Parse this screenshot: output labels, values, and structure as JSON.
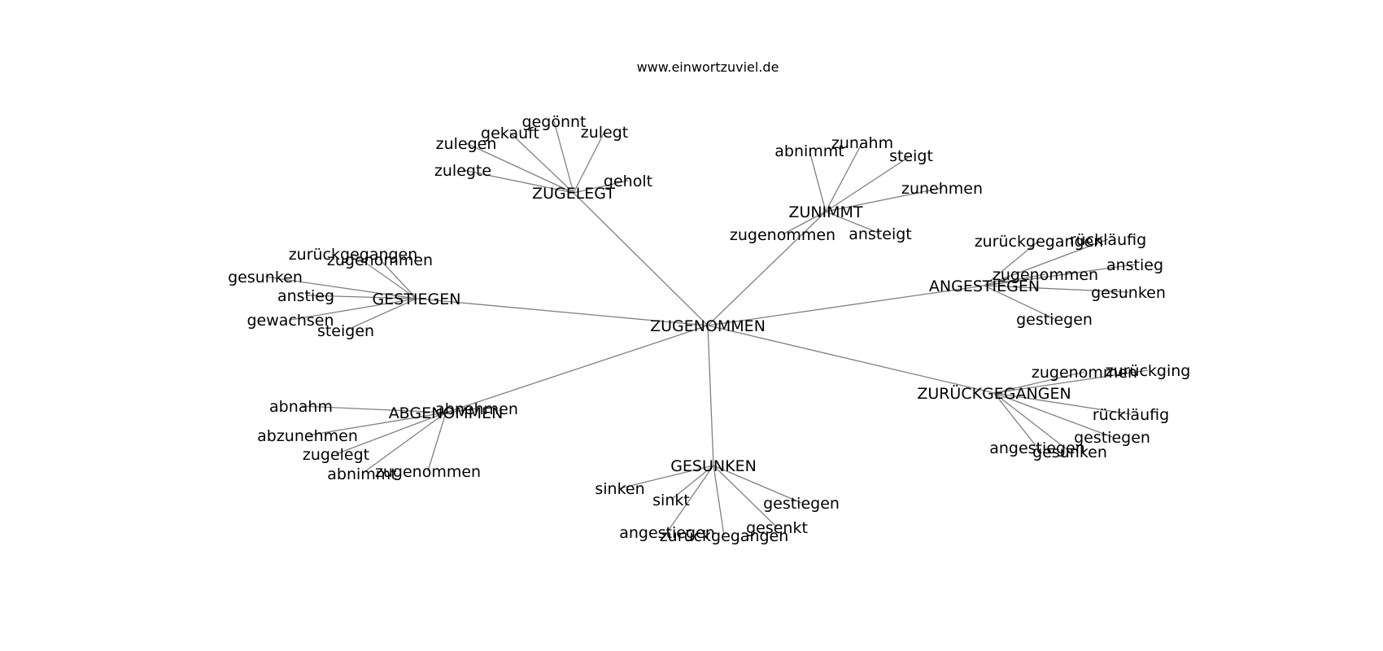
{
  "site": "www.einwortzuviel.de",
  "edge_color": "#808080",
  "text_color": "#000000",
  "nodes": [
    {
      "id": "n0",
      "label": "ZUGENOMMEN",
      "kind": "center"
    },
    {
      "id": "n1",
      "label": "ZUGELEGT",
      "kind": "hub"
    },
    {
      "id": "n2",
      "label": "ZUNIMMT",
      "kind": "hub"
    },
    {
      "id": "n3",
      "label": "GESTIEGEN",
      "kind": "hub"
    },
    {
      "id": "n4",
      "label": "ANGESTIEGEN",
      "kind": "hub"
    },
    {
      "id": "n5",
      "label": "ABGENOMMEN",
      "kind": "hub"
    },
    {
      "id": "n6",
      "label": "GESUNKEN",
      "kind": "hub"
    },
    {
      "id": "n7",
      "label": "ZURÜCKGEGANGEN",
      "kind": "hub"
    },
    {
      "id": "a1",
      "label": "gegönnt",
      "kind": "leaf"
    },
    {
      "id": "a2",
      "label": "gekauft",
      "kind": "leaf"
    },
    {
      "id": "a3",
      "label": "zulegt",
      "kind": "leaf"
    },
    {
      "id": "a4",
      "label": "zulegen",
      "kind": "leaf"
    },
    {
      "id": "a5",
      "label": "zulegte",
      "kind": "leaf"
    },
    {
      "id": "a6",
      "label": "geholt",
      "kind": "leaf"
    },
    {
      "id": "b1",
      "label": "abnimmt",
      "kind": "leaf"
    },
    {
      "id": "b2",
      "label": "zunahm",
      "kind": "leaf"
    },
    {
      "id": "b3",
      "label": "steigt",
      "kind": "leaf"
    },
    {
      "id": "b4",
      "label": "zunehmen",
      "kind": "leaf"
    },
    {
      "id": "b5",
      "label": "zugenommen",
      "kind": "leaf"
    },
    {
      "id": "b6",
      "label": "ansteigt",
      "kind": "leaf"
    },
    {
      "id": "c1",
      "label": "zurückgegangen",
      "kind": "leaf"
    },
    {
      "id": "c2",
      "label": "zugenommen",
      "kind": "leaf"
    },
    {
      "id": "c3",
      "label": "gesunken",
      "kind": "leaf"
    },
    {
      "id": "c4",
      "label": "anstieg",
      "kind": "leaf"
    },
    {
      "id": "c5",
      "label": "gewachsen",
      "kind": "leaf"
    },
    {
      "id": "c6",
      "label": "steigen",
      "kind": "leaf"
    },
    {
      "id": "d1",
      "label": "zurückgegangen",
      "kind": "leaf"
    },
    {
      "id": "d2",
      "label": "rückläufig",
      "kind": "leaf"
    },
    {
      "id": "d3",
      "label": "zugenommen",
      "kind": "leaf"
    },
    {
      "id": "d4",
      "label": "anstieg",
      "kind": "leaf"
    },
    {
      "id": "d5",
      "label": "gesunken",
      "kind": "leaf"
    },
    {
      "id": "d6",
      "label": "gestiegen",
      "kind": "leaf"
    },
    {
      "id": "e1",
      "label": "abnahm",
      "kind": "leaf"
    },
    {
      "id": "e2",
      "label": "abnehmen",
      "kind": "leaf"
    },
    {
      "id": "e3",
      "label": "abzunehmen",
      "kind": "leaf"
    },
    {
      "id": "e4",
      "label": "zugelegt",
      "kind": "leaf"
    },
    {
      "id": "e5",
      "label": "abnimmt",
      "kind": "leaf"
    },
    {
      "id": "e6",
      "label": "zugenommen",
      "kind": "leaf"
    },
    {
      "id": "f1",
      "label": "sinken",
      "kind": "leaf"
    },
    {
      "id": "f2",
      "label": "sinkt",
      "kind": "leaf"
    },
    {
      "id": "f3",
      "label": "gestiegen",
      "kind": "leaf"
    },
    {
      "id": "f4",
      "label": "angestiegen",
      "kind": "leaf"
    },
    {
      "id": "f5",
      "label": "zurückgegangen",
      "kind": "leaf"
    },
    {
      "id": "f6",
      "label": "gesenkt",
      "kind": "leaf"
    },
    {
      "id": "g1",
      "label": "zugenommen",
      "kind": "leaf"
    },
    {
      "id": "g2",
      "label": "zurückging",
      "kind": "leaf"
    },
    {
      "id": "g3",
      "label": "rückläufig",
      "kind": "leaf"
    },
    {
      "id": "g4",
      "label": "gestiegen",
      "kind": "leaf"
    },
    {
      "id": "g5",
      "label": "angestiegen",
      "kind": "leaf"
    },
    {
      "id": "g6",
      "label": "gesunken",
      "kind": "leaf"
    }
  ],
  "edges": [
    [
      "n0",
      "n1"
    ],
    [
      "n0",
      "n2"
    ],
    [
      "n0",
      "n3"
    ],
    [
      "n0",
      "n4"
    ],
    [
      "n0",
      "n5"
    ],
    [
      "n0",
      "n6"
    ],
    [
      "n0",
      "n7"
    ],
    [
      "n1",
      "a1"
    ],
    [
      "n1",
      "a2"
    ],
    [
      "n1",
      "a3"
    ],
    [
      "n1",
      "a4"
    ],
    [
      "n1",
      "a5"
    ],
    [
      "n1",
      "a6"
    ],
    [
      "n2",
      "b1"
    ],
    [
      "n2",
      "b2"
    ],
    [
      "n2",
      "b3"
    ],
    [
      "n2",
      "b4"
    ],
    [
      "n2",
      "b5"
    ],
    [
      "n2",
      "b6"
    ],
    [
      "n3",
      "c1"
    ],
    [
      "n3",
      "c2"
    ],
    [
      "n3",
      "c3"
    ],
    [
      "n3",
      "c4"
    ],
    [
      "n3",
      "c5"
    ],
    [
      "n3",
      "c6"
    ],
    [
      "n4",
      "d1"
    ],
    [
      "n4",
      "d2"
    ],
    [
      "n4",
      "d3"
    ],
    [
      "n4",
      "d4"
    ],
    [
      "n4",
      "d5"
    ],
    [
      "n4",
      "d6"
    ],
    [
      "n5",
      "e1"
    ],
    [
      "n5",
      "e2"
    ],
    [
      "n5",
      "e3"
    ],
    [
      "n5",
      "e4"
    ],
    [
      "n5",
      "e5"
    ],
    [
      "n5",
      "e6"
    ],
    [
      "n6",
      "f1"
    ],
    [
      "n6",
      "f2"
    ],
    [
      "n6",
      "f3"
    ],
    [
      "n6",
      "f4"
    ],
    [
      "n6",
      "f5"
    ],
    [
      "n6",
      "f6"
    ],
    [
      "n7",
      "g1"
    ],
    [
      "n7",
      "g2"
    ],
    [
      "n7",
      "g3"
    ],
    [
      "n7",
      "g4"
    ],
    [
      "n7",
      "g5"
    ],
    [
      "n7",
      "g6"
    ]
  ]
}
